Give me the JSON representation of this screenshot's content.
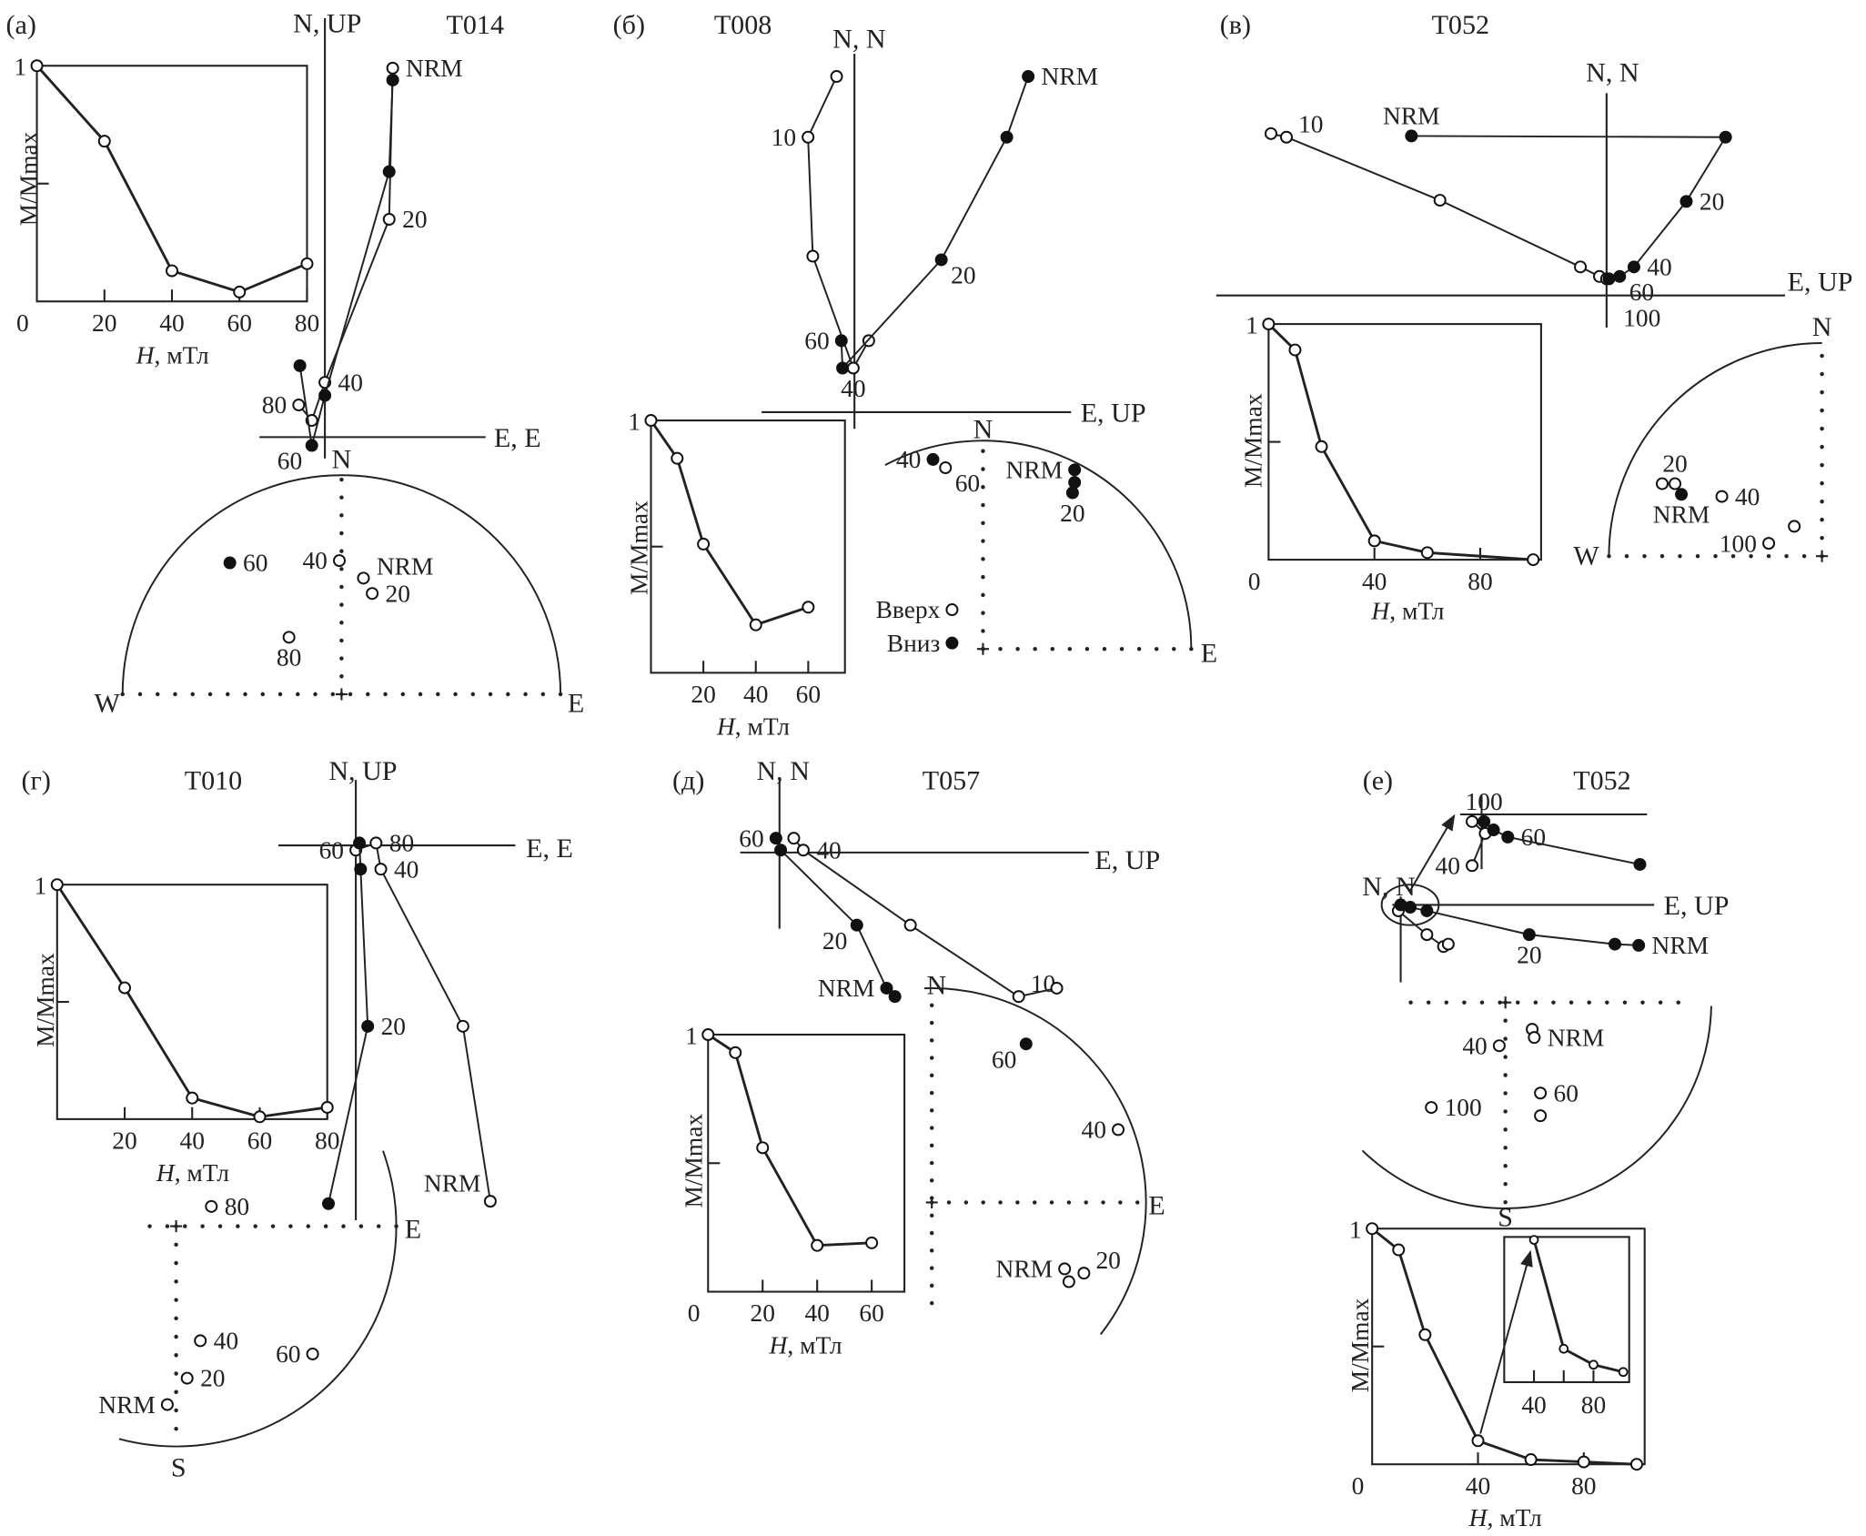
{
  "legend": {
    "up": "Вверх",
    "down": "Вниз"
  },
  "panels": [
    {
      "id": "a",
      "letter": "(a)",
      "sample": "T014",
      "zij": {
        "axis_top": "N, UP",
        "axis_right": "E, E",
        "horizontal": [
          {
            "p": [
              0.57,
              3.0
            ]
          },
          {
            "p": [
              0.54,
              2.23
            ]
          },
          {
            "p": [
              0,
              0.35
            ]
          },
          {
            "p": [
              -0.11,
              -0.07
            ],
            "label": "60",
            "side": "bl"
          },
          {
            "p": [
              -0.21,
              0.6
            ]
          }
        ],
        "vertical": [
          {
            "p": [
              0.57,
              3.1
            ],
            "label": "NRM",
            "side": "r"
          },
          {
            "p": [
              0.54,
              1.83
            ],
            "label": "20",
            "side": "r"
          },
          {
            "p": [
              0,
              0.46
            ],
            "label": "40",
            "side": "r"
          },
          {
            "p": [
              -0.11,
              0.14
            ]
          },
          {
            "p": [
              -0.22,
              0.27
            ],
            "label": "80",
            "side": "l"
          }
        ]
      },
      "curve": {
        "H": [
          0,
          20,
          40,
          60,
          80
        ],
        "M": [
          1,
          0.68,
          0.13,
          0.04,
          0.16
        ],
        "xlim": [
          0,
          80
        ],
        "ticks": [
          "0",
          "20",
          "40",
          "60",
          "80"
        ],
        "ylabel": "M/Mmax",
        "y_one": "1",
        "xvar": "H",
        "xunit": ", мТл"
      },
      "stereo": {
        "cardinals": [
          "N",
          "W",
          "E"
        ],
        "points": [
          {
            "p": [
              -0.51,
              0.6
            ],
            "filled": true,
            "label": "60",
            "side": "r"
          },
          {
            "p": [
              -0.01,
              0.61
            ],
            "label": "40",
            "side": "l"
          },
          {
            "p": [
              0.1,
              0.53
            ],
            "label": "NRM",
            "side": "r"
          },
          {
            "p": [
              0.14,
              0.46
            ],
            "label": "20",
            "side": "r"
          },
          {
            "p": [
              -0.24,
              0.26
            ],
            "label": "80",
            "side": "b"
          }
        ]
      }
    },
    {
      "id": "b",
      "letter": "(б)",
      "sample": "T008",
      "zij": {
        "axis_top": "N, N",
        "axis_right": "E, UP",
        "horizontal": [
          {
            "p": [
              1.46,
              2.82
            ],
            "label": "NRM",
            "side": "r"
          },
          {
            "p": [
              1.28,
              2.31
            ]
          },
          {
            "p": [
              0.73,
              1.28
            ],
            "label": "20",
            "side": "br"
          },
          {
            "p": [
              -0.1,
              0.37
            ]
          },
          {
            "p": [
              -0.11,
              0.6
            ],
            "label": "60",
            "side": "l"
          }
        ],
        "vertical": [
          {
            "p": [
              -0.15,
              2.82
            ]
          },
          {
            "p": [
              -0.39,
              2.31
            ],
            "label": "10",
            "side": "l"
          },
          {
            "p": [
              -0.35,
              1.31
            ]
          },
          {
            "p": [
              -0.01,
              0.37
            ],
            "label": "40",
            "side": "b"
          },
          {
            "p": [
              0.12,
              0.6
            ]
          }
        ]
      },
      "curve": {
        "H": [
          0,
          10,
          20,
          40,
          60
        ],
        "M": [
          1,
          0.85,
          0.51,
          0.19,
          0.26
        ],
        "xlim": [
          0,
          74
        ],
        "ticks": [
          "20",
          "40",
          "60"
        ],
        "ylabel": "M/Mmax",
        "y_one": "1",
        "xvar": "H",
        "xunit": ", мТл"
      },
      "stereo": {
        "cardinals": [
          "N",
          "E"
        ],
        "points": [
          {
            "p": [
              -0.24,
              0.91
            ],
            "filled": true,
            "label": "40",
            "side": "l"
          },
          {
            "p": [
              -0.18,
              0.87
            ],
            "label": "60",
            "side": "br"
          },
          {
            "p": [
              0.44,
              0.86
            ],
            "filled": true,
            "label": "NRM",
            "side": "l"
          },
          {
            "p": [
              0.44,
              0.8
            ],
            "filled": true
          },
          {
            "p": [
              0.43,
              0.75
            ],
            "filled": true,
            "label": "20",
            "side": "b"
          }
        ]
      }
    },
    {
      "id": "c",
      "letter": "(в)",
      "sample": "T052",
      "zij": {
        "axis_top": "N, N",
        "axis_right": "E, UP",
        "horizontal": [
          {
            "p": [
              -1.64,
              1.34
            ],
            "label": "NRM",
            "side": "t"
          },
          {
            "p": [
              1.0,
              1.33
            ]
          },
          {
            "p": [
              0.67,
              0.79
            ],
            "label": "20",
            "side": "r"
          },
          {
            "p": [
              0.23,
              0.24
            ],
            "label": "40",
            "side": "r"
          },
          {
            "p": [
              0.11,
              0.16
            ],
            "label": "60",
            "side": "br"
          },
          {
            "p": [
              0.02,
              0.14
            ]
          }
        ],
        "vertical": [
          {
            "p": [
              -2.82,
              1.36
            ]
          },
          {
            "p": [
              -2.69,
              1.33
            ],
            "label": "10",
            "side": "tr"
          },
          {
            "p": [
              -1.4,
              0.8
            ]
          },
          {
            "p": [
              -0.22,
              0.24
            ]
          },
          {
            "p": [
              -0.06,
              0.16
            ]
          },
          {
            "p": [
              0,
              0.14
            ],
            "label": "100",
            "side": "br"
          }
        ]
      },
      "curve": {
        "H": [
          0,
          10,
          20,
          40,
          60,
          100
        ],
        "M": [
          1,
          0.89,
          0.48,
          0.08,
          0.03,
          0
        ],
        "xlim": [
          0,
          103
        ],
        "ticks": [
          "0",
          "40",
          "80"
        ],
        "ylabel": "M/Mmax",
        "y_one": "1",
        "xvar": "H",
        "xunit": ", мТл"
      },
      "stereo": {
        "cardinals": [
          "N",
          "W"
        ],
        "points": [
          {
            "p": [
              -0.75,
              0.34
            ]
          },
          {
            "p": [
              -0.69,
              0.34
            ],
            "label": "20",
            "side": "t"
          },
          {
            "p": [
              -0.66,
              0.29
            ],
            "filled": true,
            "label": "NRM",
            "side": "b"
          },
          {
            "p": [
              -0.47,
              0.28
            ],
            "label": "40",
            "side": "r"
          },
          {
            "p": [
              -0.13,
              0.14
            ]
          },
          {
            "p": [
              -0.25,
              0.06
            ],
            "label": "100",
            "side": "l"
          }
        ]
      }
    },
    {
      "id": "d",
      "letter": "(г)",
      "sample": "T010",
      "zij": {
        "axis_top": "N, UP",
        "axis_right": "E, E",
        "horizontal": [
          {
            "p": [
              0.03,
              0.02
            ]
          },
          {
            "p": [
              0.04,
              -0.2
            ]
          },
          {
            "p": [
              0.1,
              -1.52
            ],
            "label": "20",
            "side": "r"
          },
          {
            "p": [
              -0.23,
              -3.01
            ]
          }
        ],
        "vertical": [
          {
            "p": [
              0,
              -0.04
            ],
            "label": "60",
            "side": "l"
          },
          {
            "p": [
              0.17,
              0.02
            ],
            "label": "80",
            "side": "r"
          },
          {
            "p": [
              0.21,
              -0.2
            ],
            "label": "40",
            "side": "r"
          },
          {
            "p": [
              0.9,
              -1.52
            ]
          },
          {
            "p": [
              1.13,
              -2.99
            ],
            "label": "NRM",
            "side": "tl"
          }
        ]
      },
      "curve": {
        "H": [
          0,
          20,
          40,
          60,
          80
        ],
        "M": [
          1,
          0.56,
          0.09,
          0.01,
          0.05
        ],
        "xlim": [
          0,
          80
        ],
        "ticks": [
          "20",
          "40",
          "60",
          "80"
        ],
        "ylabel": "M/Mmax",
        "y_one": "1",
        "xvar": "H",
        "xunit": ", мТл"
      },
      "stereo": {
        "cardinals": [
          "E",
          "S"
        ],
        "points": [
          {
            "p": [
              0.16,
              0.09
            ],
            "label": "80",
            "side": "r"
          },
          {
            "p": [
              0.11,
              -0.52
            ],
            "label": "40",
            "side": "r"
          },
          {
            "p": [
              0.05,
              -0.69
            ],
            "label": "20",
            "side": "r"
          },
          {
            "p": [
              -0.04,
              -0.81
            ],
            "label": "NRM",
            "side": "l"
          },
          {
            "p": [
              0.62,
              -0.58
            ],
            "label": "60",
            "side": "l"
          }
        ]
      }
    },
    {
      "id": "e",
      "letter": "(д)",
      "sample": "T057",
      "zij": {
        "axis_top": "N, N",
        "axis_right": "E, UP",
        "horizontal": [
          {
            "p": [
              -0.03,
              0.12
            ],
            "label": "60",
            "side": "l"
          },
          {
            "p": [
              0.01,
              0.02
            ]
          },
          {
            "p": [
              0.65,
              -0.61
            ],
            "label": "20",
            "side": "bl"
          },
          {
            "p": [
              0.9,
              -1.14
            ],
            "label": "NRM",
            "side": "l"
          },
          {
            "p": [
              0.97,
              -1.21
            ]
          }
        ],
        "vertical": [
          {
            "p": [
              0.12,
              0.12
            ]
          },
          {
            "p": [
              0.2,
              0.02
            ],
            "label": "40",
            "side": "r"
          },
          {
            "p": [
              1.1,
              -0.61
            ]
          },
          {
            "p": [
              2.01,
              -1.21
            ],
            "label": "10",
            "side": "tr"
          },
          {
            "p": [
              2.33,
              -1.14
            ]
          }
        ]
      },
      "curve": {
        "H": [
          0,
          10,
          20,
          40,
          60
        ],
        "M": [
          1,
          0.93,
          0.56,
          0.18,
          0.19
        ],
        "xlim": [
          0,
          72
        ],
        "ticks": [
          "0",
          "20",
          "40",
          "60"
        ],
        "ylabel": "M/Mmax",
        "y_one": "1",
        "xvar": "H",
        "xunit": ", мТл"
      },
      "stereo": {
        "cardinals": [
          "N",
          "E"
        ],
        "points": [
          {
            "p": [
              0.44,
              0.74
            ],
            "filled": true,
            "label": "60",
            "side": "bl"
          },
          {
            "p": [
              0.87,
              0.34
            ],
            "label": "40",
            "side": "l"
          },
          {
            "p": [
              0.62,
              -0.31
            ],
            "label": "NRM",
            "side": "l"
          },
          {
            "p": [
              0.64,
              -0.37
            ]
          },
          {
            "p": [
              0.71,
              -0.33
            ],
            "label": "20",
            "side": "tr"
          }
        ]
      }
    },
    {
      "id": "f",
      "letter": "(е)",
      "sample": "T052",
      "zij": {
        "axis_top": "N, N",
        "axis_right": "E, UP",
        "horizontal": [
          {
            "p": [
              0,
              0
            ]
          },
          {
            "p": [
              0.08,
              -0.02
            ]
          },
          {
            "p": [
              0.22,
              -0.05
            ]
          },
          {
            "p": [
              1.08,
              -0.25
            ],
            "label": "20",
            "side": "b"
          },
          {
            "p": [
              1.8,
              -0.33
            ]
          },
          {
            "p": [
              2.0,
              -0.34
            ],
            "label": "NRM",
            "side": "r"
          }
        ],
        "vertical": [
          {
            "p": [
              -0.02,
              -0.05
            ]
          },
          {
            "p": [
              0.22,
              -0.25
            ]
          },
          {
            "p": [
              0.36,
              -0.35
            ]
          },
          {
            "p": [
              0.4,
              -0.33
            ]
          }
        ],
        "zoom_horizontal": [
          {
            "p": [
              0.02,
              -0.06
            ],
            "label": "100",
            "side": "t"
          },
          {
            "p": [
              0.1,
              -0.13
            ]
          },
          {
            "p": [
              0.22,
              -0.19
            ],
            "label": "60",
            "side": "r"
          },
          {
            "p": [
              1.33,
              -0.42
            ]
          }
        ],
        "zoom_vertical": [
          {
            "p": [
              -0.08,
              -0.06
            ]
          },
          {
            "p": [
              0.03,
              -0.16
            ]
          },
          {
            "p": [
              -0.08,
              -0.43
            ],
            "label": "40",
            "side": "l"
          }
        ]
      },
      "curve": {
        "H": [
          0,
          10,
          20,
          40,
          60,
          80,
          100
        ],
        "M": [
          1,
          0.91,
          0.55,
          0.1,
          0.02,
          0.01,
          0
        ],
        "xlim": [
          0,
          103
        ],
        "ticks": [
          "0",
          "40",
          "80"
        ],
        "ylabel": "M/Mmax",
        "y_one": "1",
        "xvar": "H",
        "xunit": ", мТл",
        "inset": {
          "H": [
            40,
            60,
            80,
            100
          ],
          "M": [
            0.98,
            0.23,
            0.12,
            0.07
          ],
          "xlim": [
            20,
            104
          ],
          "ticks": [
            "40",
            "80"
          ]
        }
      },
      "stereo": {
        "cardinals": [
          "S"
        ],
        "points": [
          {
            "p": [
              -0.03,
              -0.21
            ],
            "label": "40",
            "side": "l"
          },
          {
            "p": [
              0.13,
              -0.13
            ]
          },
          {
            "p": [
              0.14,
              -0.17
            ],
            "label": "NRM",
            "side": "r"
          },
          {
            "p": [
              0.17,
              -0.44
            ],
            "label": "60",
            "side": "r"
          },
          {
            "p": [
              0.17,
              -0.55
            ]
          },
          {
            "p": [
              -0.36,
              -0.51
            ],
            "label": "100",
            "side": "r"
          }
        ]
      }
    }
  ]
}
